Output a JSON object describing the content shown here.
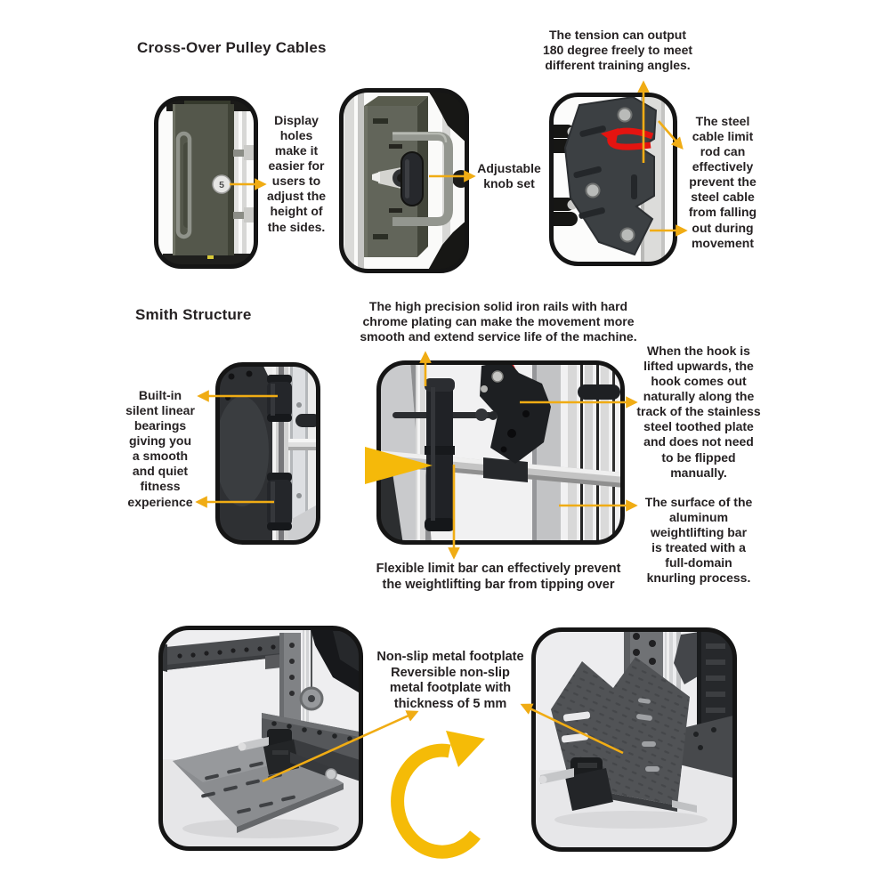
{
  "colors": {
    "background": "#ffffff",
    "text": "#262223",
    "frame_border": "#151515",
    "annotation_arrow": "#F0AC14",
    "highlight_triangle": "#F5B90A",
    "curved_swap_arrow": "#F5BB07",
    "rotation_arrow_red": "#E41410"
  },
  "sections": {
    "crossover": {
      "title": "Cross-Over Pulley Cables",
      "pulley_badge": "5",
      "annotations": {
        "display_holes": [
          "Display",
          "holes",
          "make it",
          "easier for",
          "users to",
          "adjust the",
          "height of",
          "the sides."
        ],
        "adjustable_knob": [
          "Adjustable",
          "knob set"
        ],
        "tension_output": [
          "The tension can output",
          "180 degree freely to meet",
          "different training angles."
        ],
        "steel_cable_limit": [
          "The steel",
          "cable limit",
          "rod can",
          "effectively",
          "prevent the",
          "steel cable",
          "from falling",
          "out during",
          "movement"
        ]
      }
    },
    "smith": {
      "title": "Smith Structure",
      "annotations": {
        "iron_rails": [
          "The high precision solid iron rails with hard",
          "chrome plating can make the movement more",
          "smooth and extend service life of the machine."
        ],
        "linear_bearings": [
          "Built-in",
          "silent linear",
          "bearings",
          "giving you",
          "a smooth",
          "and quiet",
          "fitness",
          "experience"
        ],
        "hook_release": [
          "When the hook is",
          "lifted upwards, the",
          "hook comes out",
          "naturally along the",
          "track of the stainless",
          "steel toothed plate",
          "and does not need",
          "to be flipped",
          "manually."
        ],
        "bar_knurling": [
          "The surface of the",
          "aluminum",
          "weightlifting bar",
          "is treated with a",
          "full-domain",
          "knurling process."
        ],
        "flexible_limit_bar": [
          "Flexible limit bar can effectively prevent",
          "the weightlifting bar from tipping over"
        ]
      }
    },
    "footplate": {
      "annotations": {
        "non_slip_footplate": [
          "Non-slip metal footplate",
          "Reversible non-slip",
          "metal footplate with",
          "thickness of 5 mm"
        ]
      }
    }
  }
}
